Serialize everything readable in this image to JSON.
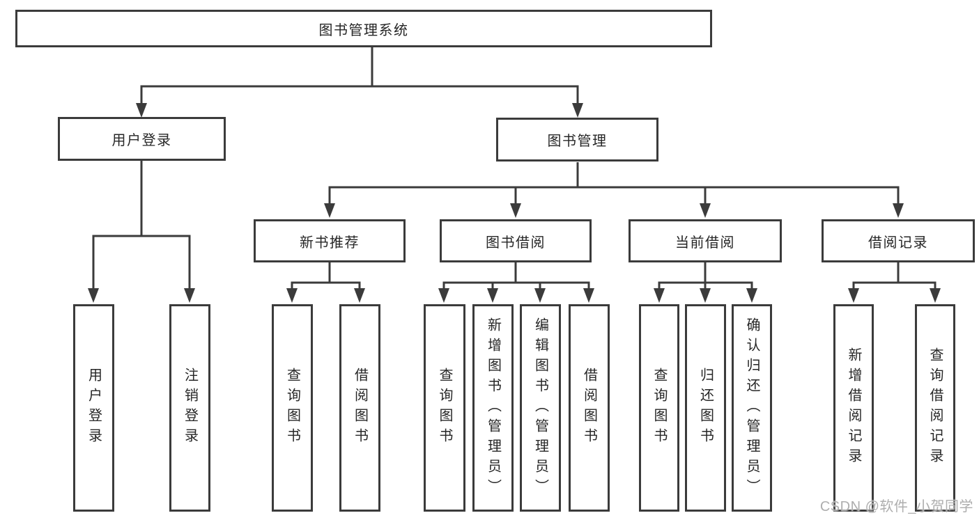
{
  "tree": {
    "root": {
      "label": "图书管理系统"
    },
    "branches": [
      {
        "label": "用户登录",
        "children": [
          {
            "label": "用户登录"
          },
          {
            "label": "注销登录"
          }
        ]
      },
      {
        "label": "图书管理",
        "sections": [
          {
            "label": "新书推荐",
            "children": [
              {
                "label": "查询图书"
              },
              {
                "label": "借阅图书"
              }
            ]
          },
          {
            "label": "图书借阅",
            "children": [
              {
                "label": "查询图书"
              },
              {
                "label": "新增图书（管理员）"
              },
              {
                "label": "编辑图书（管理员）"
              },
              {
                "label": "借阅图书"
              }
            ]
          },
          {
            "label": "当前借阅",
            "children": [
              {
                "label": "查询图书"
              },
              {
                "label": "归还图书"
              },
              {
                "label": "确认归还（管理员）"
              }
            ]
          },
          {
            "label": "借阅记录",
            "children": [
              {
                "label": "新增借阅记录"
              },
              {
                "label": "查询借阅记录"
              }
            ]
          }
        ]
      }
    ]
  },
  "watermark": {
    "text": "CSDN @软件_小贺同学"
  },
  "colors": {
    "line": "#3b3b3b",
    "box_border": "#3b3b3b",
    "box_background": "#ffffff",
    "text": "#262626",
    "watermark": "#aeaeae",
    "page_background": "#ffffff"
  }
}
